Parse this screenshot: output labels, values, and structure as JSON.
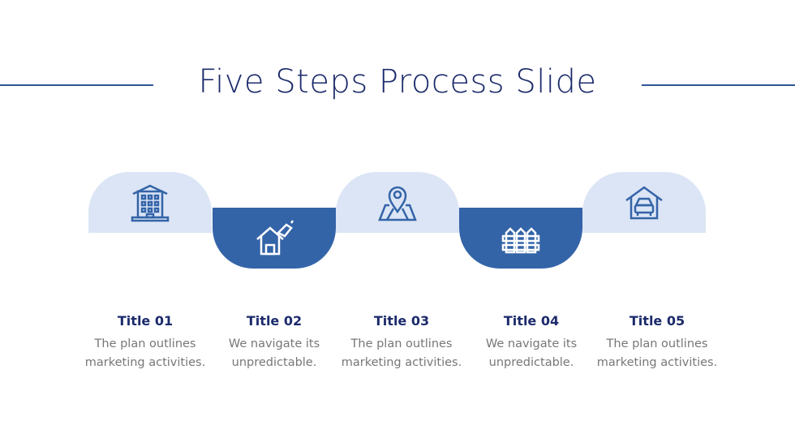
{
  "title": "Five Steps Process Slide",
  "colors": {
    "light": "#dbe5f5",
    "dark": "#3464a8",
    "heading": "#1c2b6b"
  },
  "steps": [
    {
      "title": "Title 01",
      "line1": "The plan outlines",
      "line2": "marketing activities.",
      "icon": "apartment-building-icon"
    },
    {
      "title": "Title 02",
      "line1": "We navigate its",
      "line2": "unpredictable.",
      "icon": "house-price-tag-icon"
    },
    {
      "title": "Title 03",
      "line1": "The plan outlines",
      "line2": "marketing activities.",
      "icon": "map-pin-icon"
    },
    {
      "title": "Title 04",
      "line1": "We navigate its",
      "line2": "unpredictable.",
      "icon": "fence-icon"
    },
    {
      "title": "Title 05",
      "line1": "The plan outlines",
      "line2": "marketing activities.",
      "icon": "garage-car-icon"
    }
  ]
}
